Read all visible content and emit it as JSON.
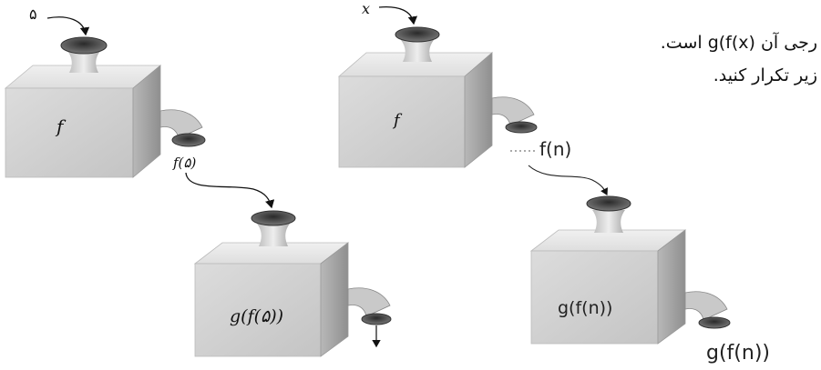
{
  "text": {
    "line1": "رجی آن (g(f(x است.",
    "line2": "زیر تکرار کنید."
  },
  "machines": {
    "m1": {
      "input": "۵",
      "label": "f",
      "output": "f(۵)"
    },
    "m2": {
      "label": "g(f(۵))"
    },
    "m3": {
      "input": "x",
      "label": "f",
      "output": "f(n)"
    },
    "m4": {
      "label": "g(f(n))",
      "output": "g(f(n))"
    }
  },
  "colors": {
    "box_face": "#d2d2d2",
    "box_top": "#e6e6e6",
    "box_side": "#a9a9a9",
    "ink": "#111111"
  }
}
